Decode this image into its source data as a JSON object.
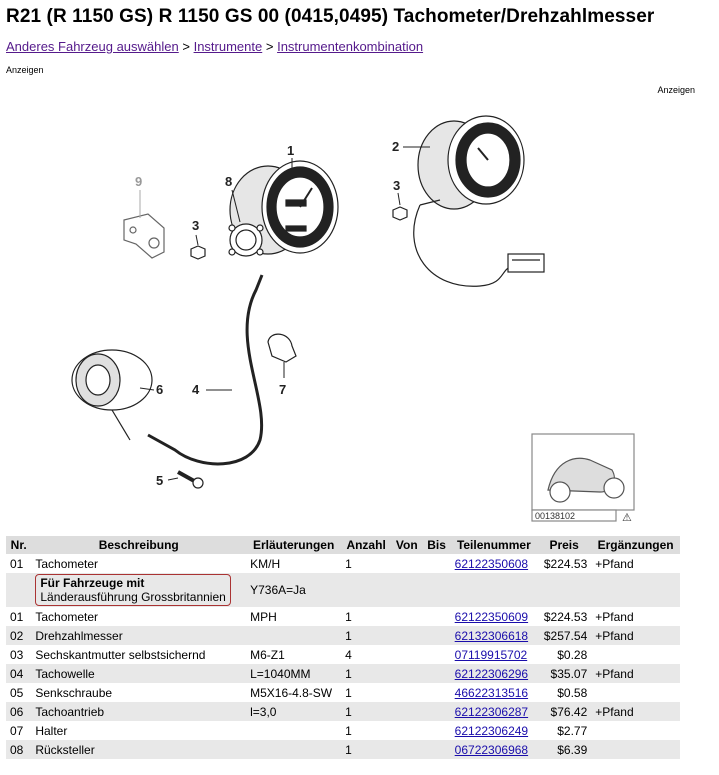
{
  "page": {
    "title": "R21 (R 1150 GS) R 1150 GS 00 (0415,0495) Tachometer/Drehzahlmesser",
    "breadcrumbs": [
      "Anderes Fahrzeug auswählen",
      "Instrumente",
      "Instrumentenkombination"
    ],
    "breadcrumb_separator": ">",
    "ad_label_left": "Anzeigen",
    "ad_label_right": "Anzeigen"
  },
  "diagram": {
    "callouts": [
      "1",
      "2",
      "3",
      "3",
      "4",
      "5",
      "6",
      "7",
      "8",
      "9"
    ],
    "thumbnail_code": "00138102",
    "warning_symbol": "⚠"
  },
  "table": {
    "headers": [
      "Nr.",
      "Beschreibung",
      "Erläuterungen",
      "Anzahl",
      "Von",
      "Bis",
      "Teilenummer",
      "Preis",
      "Ergänzungen"
    ],
    "rows": [
      {
        "nr": "01",
        "desc": "Tachometer",
        "expl": "KM/H",
        "qty": "1",
        "von": "",
        "bis": "",
        "part": "62122350608",
        "price": "$224.53",
        "extra": "+Pfand"
      },
      {
        "note_title": "Für Fahrzeuge mit",
        "note_text": "Länderausführung Grossbritannien",
        "note_code": "Y736A=Ja"
      },
      {
        "nr": "01",
        "desc": "Tachometer",
        "expl": "MPH",
        "qty": "1",
        "von": "",
        "bis": "",
        "part": "62122350609",
        "price": "$224.53",
        "extra": "+Pfand"
      },
      {
        "nr": "02",
        "desc": "Drehzahlmesser",
        "expl": "",
        "qty": "1",
        "von": "",
        "bis": "",
        "part": "62132306618",
        "price": "$257.54",
        "extra": "+Pfand"
      },
      {
        "nr": "03",
        "desc": "Sechskantmutter selbstsichernd",
        "expl": "M6-Z1",
        "qty": "4",
        "von": "",
        "bis": "",
        "part": "07119915702",
        "price": "$0.28",
        "extra": ""
      },
      {
        "nr": "04",
        "desc": "Tachowelle",
        "expl": "L=1040MM",
        "qty": "1",
        "von": "",
        "bis": "",
        "part": "62122306296",
        "price": "$35.07",
        "extra": "+Pfand"
      },
      {
        "nr": "05",
        "desc": "Senkschraube",
        "expl": "M5X16-4.8-SW",
        "qty": "1",
        "von": "",
        "bis": "",
        "part": "46622313516",
        "price": "$0.58",
        "extra": ""
      },
      {
        "nr": "06",
        "desc": "Tachoantrieb",
        "expl": "l=3,0",
        "qty": "1",
        "von": "",
        "bis": "",
        "part": "62122306287",
        "price": "$76.42",
        "extra": "+Pfand"
      },
      {
        "nr": "07",
        "desc": "Halter",
        "expl": "",
        "qty": "1",
        "von": "",
        "bis": "",
        "part": "62122306249",
        "price": "$2.77",
        "extra": ""
      },
      {
        "nr": "08",
        "desc": "Rücksteller",
        "expl": "",
        "qty": "1",
        "von": "",
        "bis": "",
        "part": "06722306968",
        "price": "$6.39",
        "extra": ""
      }
    ]
  }
}
